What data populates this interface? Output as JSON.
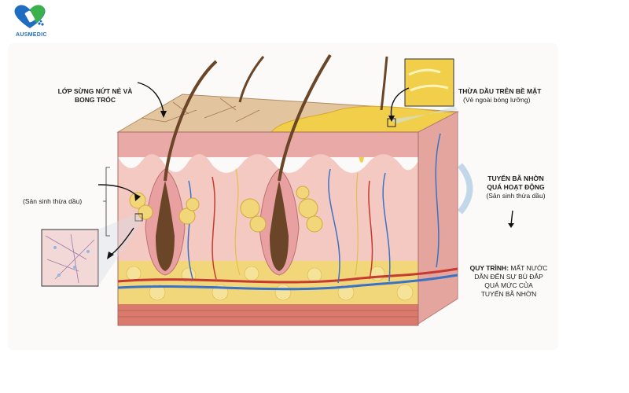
{
  "brand": {
    "name": "AUSMEDIC",
    "primary_color": "#1f6dc0",
    "secondary_color": "#3cb04a"
  },
  "labels": {
    "stratum_corneum": {
      "line1": "LỚP SỪNG NỨT NẺ VÀ",
      "line2": "BONG TRÓC"
    },
    "left_note": "(Sản sinh thừa dầu)",
    "surface_oil": {
      "title": "THỪA DẦU TRÊN BỀ MẶT",
      "sub": "(Vẻ ngoài bóng lưỡng)"
    },
    "sebaceous": {
      "line1": "TUYẾN BÃ NHỜN",
      "line2": "QUÁ HOẠT ĐỘNG",
      "sub": "(Sản sinh thừa dầu)"
    },
    "process": {
      "bold": "QUY TRÌNH:",
      "line1": "MẤT NƯỚC",
      "line2": "DẪN ĐẾN SỰ BÙ ĐẮP",
      "line3": "QUÁ MỨC CỦA",
      "line4": "TUYẾN BÃ NHỜN"
    }
  },
  "colors": {
    "epidermis": "#e9a9a6",
    "dermis": "#f3c9c1",
    "fat": "#f2d77a",
    "muscle": "#d97a6d",
    "oil": "#f1cf4a",
    "hair": "#6b4528",
    "vein": "#3b72c4",
    "artery": "#c63a2f"
  }
}
